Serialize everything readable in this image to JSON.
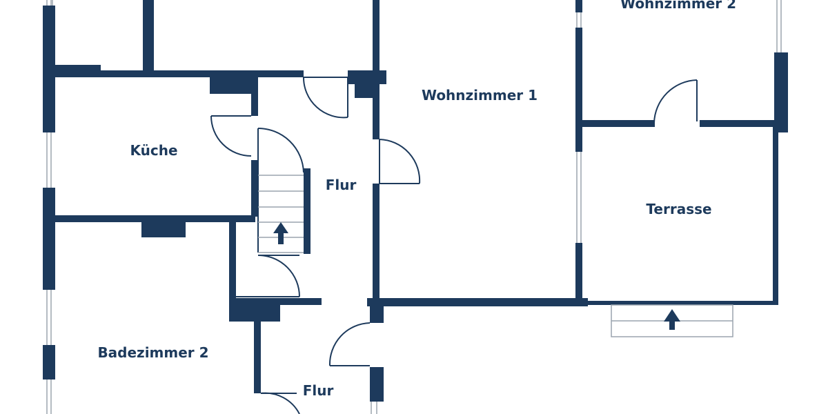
{
  "floorplan": {
    "colors": {
      "wall": "#1d3a5c",
      "background": "#ffffff",
      "window": "#9aa4ae"
    },
    "rooms": {
      "wohnzimmer2": "Wohnzimmer 2",
      "wohnzimmer1": "Wohnzimmer 1",
      "kueche": "Küche",
      "flur_top": "Flur",
      "terrasse": "Terrasse",
      "badezimmer2": "Badezimmer 2",
      "flur_bottom": "Flur"
    },
    "icons": [
      "stair-up-arrow-icon",
      "terrace-step-up-arrow-icon"
    ]
  }
}
